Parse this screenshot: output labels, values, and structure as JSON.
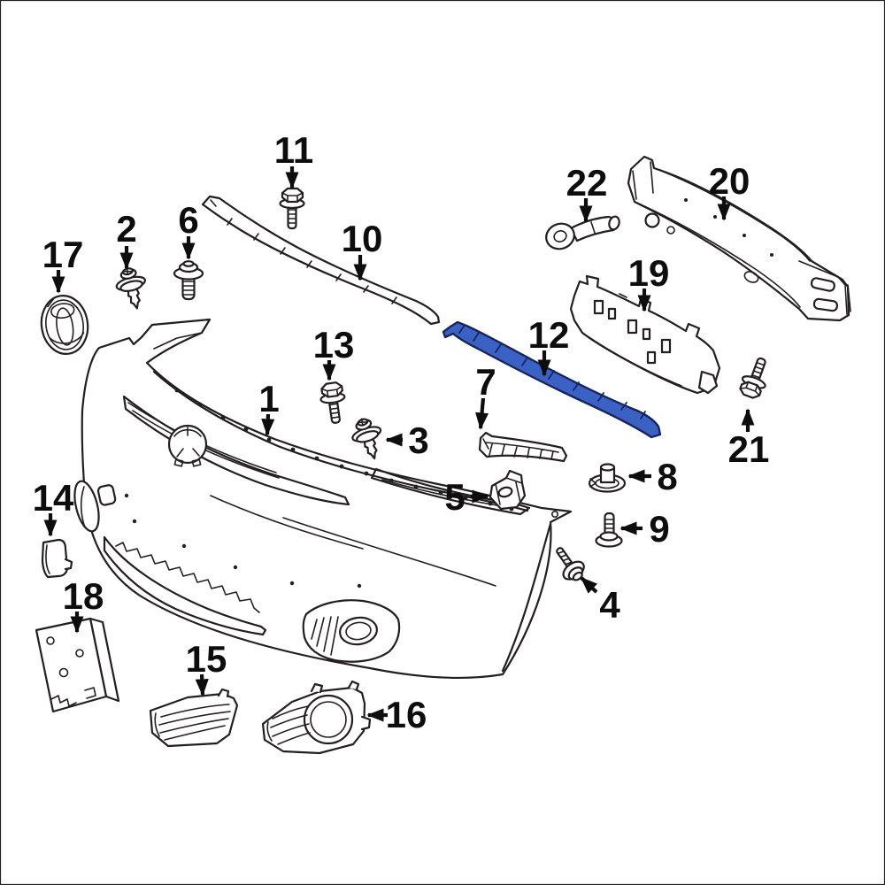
{
  "diagram": {
    "type": "exploded-parts-diagram",
    "subject": "front bumper assembly",
    "background_color": "#ffffff",
    "line_color": "#231f20",
    "highlight_color": "#3a62c4",
    "highlight_outline": "#17255c",
    "highlighted_callout": "12",
    "callouts": [
      {
        "num": "1",
        "part": "bumper-cover",
        "label": [
          304,
          450
        ],
        "arrow": [
          303,
          468,
          302,
          491
        ]
      },
      {
        "num": "2",
        "part": "push-pin-clip",
        "label": [
          143,
          258
        ],
        "arrow": [
          143,
          278,
          143,
          303
        ]
      },
      {
        "num": "3",
        "part": "push-pin-clip",
        "label": [
          473,
          497
        ],
        "arrow": [
          455,
          497,
          437,
          497
        ]
      },
      {
        "num": "4",
        "part": "screw-with-washer",
        "label": [
          689,
          683
        ],
        "arrow": [
          674,
          669,
          657,
          653
        ]
      },
      {
        "num": "5",
        "part": "retainer-clip",
        "label": [
          514,
          561
        ],
        "arrow": [
          532,
          561,
          551,
          561
        ]
      },
      {
        "num": "6",
        "part": "shoulder-bolt",
        "label": [
          213,
          248
        ],
        "arrow": [
          213,
          267,
          213,
          292
        ]
      },
      {
        "num": "7",
        "part": "side-support-bracket",
        "label": [
          549,
          431
        ],
        "arrow": [
          546,
          450,
          543,
          484
        ]
      },
      {
        "num": "8",
        "part": "grommet-nut",
        "label": [
          754,
          538
        ],
        "arrow": [
          736,
          538,
          711,
          538
        ]
      },
      {
        "num": "9",
        "part": "bolt",
        "label": [
          745,
          597
        ],
        "arrow": [
          726,
          597,
          702,
          597
        ]
      },
      {
        "num": "10",
        "part": "upper-retainer-strip",
        "label": [
          409,
          269
        ],
        "arrow": [
          407,
          288,
          407,
          316
        ]
      },
      {
        "num": "11",
        "part": "hex-flange-bolt",
        "label": [
          332,
          169
        ],
        "arrow": [
          330,
          188,
          330,
          212
        ]
      },
      {
        "num": "12",
        "part": "lower-retainer-strip",
        "label": [
          620,
          378
        ],
        "arrow": [
          615,
          396,
          615,
          424
        ]
      },
      {
        "num": "13",
        "part": "hex-flange-bolt",
        "label": [
          377,
          389
        ],
        "arrow": [
          372,
          407,
          372,
          429
        ]
      },
      {
        "num": "14",
        "part": "tow-eye-cap",
        "label": [
          60,
          562
        ],
        "arrow": [
          57,
          580,
          57,
          605
        ]
      },
      {
        "num": "15",
        "part": "grille-insert",
        "label": [
          233,
          744
        ],
        "arrow": [
          228,
          762,
          229,
          785
        ]
      },
      {
        "num": "16",
        "part": "fog-lamp-bezel",
        "label": [
          459,
          807
        ],
        "arrow": [
          438,
          808,
          416,
          808
        ]
      },
      {
        "num": "17",
        "part": "emblem",
        "label": [
          71,
          287
        ],
        "arrow": [
          66,
          305,
          66,
          330
        ]
      },
      {
        "num": "18",
        "part": "license-plate-bracket",
        "label": [
          94,
          673
        ],
        "arrow": [
          87,
          691,
          87,
          714
        ]
      },
      {
        "num": "19",
        "part": "energy-absorber",
        "label": [
          733,
          308
        ],
        "arrow": [
          728,
          326,
          728,
          351
        ]
      },
      {
        "num": "20",
        "part": "impact-bar",
        "label": [
          824,
          204
        ],
        "arrow": [
          818,
          222,
          818,
          248
        ]
      },
      {
        "num": "21",
        "part": "hex-flange-bolt",
        "label": [
          846,
          507
        ],
        "arrow": [
          845,
          488,
          845,
          463
        ]
      },
      {
        "num": "22",
        "part": "tow-hook",
        "label": [
          663,
          206
        ],
        "arrow": [
          662,
          224,
          662,
          250
        ]
      }
    ]
  }
}
